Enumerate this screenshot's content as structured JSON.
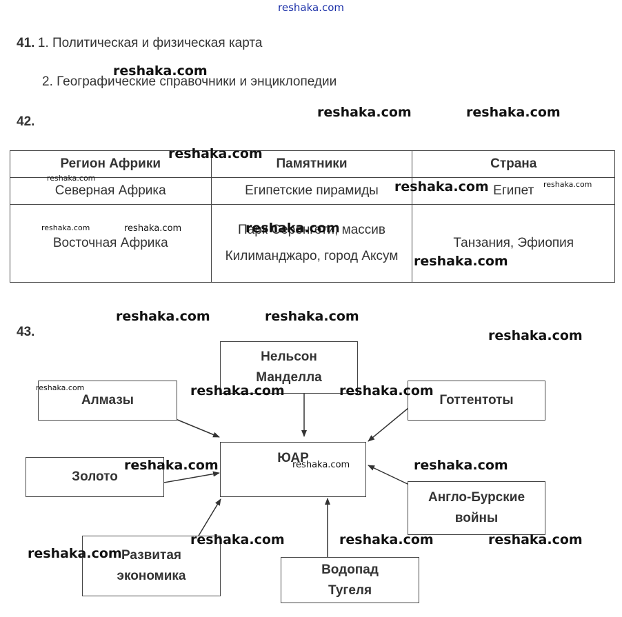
{
  "watermark_text": "reshaka.com",
  "task41": {
    "number": "41.",
    "line1": "1. Политическая и физическая карта",
    "line2": "2. Географические справочники и энциклопедии"
  },
  "task42": {
    "number": "42.",
    "headers": [
      "Регион Африки",
      "Памятники",
      "Страна"
    ],
    "rows": [
      {
        "region": "Северная Африка",
        "monuments": "Египетские пирамиды",
        "country": "Египет"
      },
      {
        "region": "Восточная Африка",
        "monuments": "Парк Серенгети, массив Килиманджаро, город Аксум",
        "country": "Танзания, Эфиопия"
      }
    ]
  },
  "task43": {
    "number": "43.",
    "center": "ЮАР",
    "nodes": {
      "mandela": "Нельсон Манделла",
      "almazy": "Алмазы",
      "hottentots": "Готтентоты",
      "zoloto": "Золото",
      "boer_wars": "Англо-Бурские войны",
      "economy": "Развитая экономика",
      "tugela": "Водопад Тугеля"
    }
  },
  "colors": {
    "top_watermark": "#1a2fa8",
    "text": "#333333",
    "border": "#444444"
  }
}
